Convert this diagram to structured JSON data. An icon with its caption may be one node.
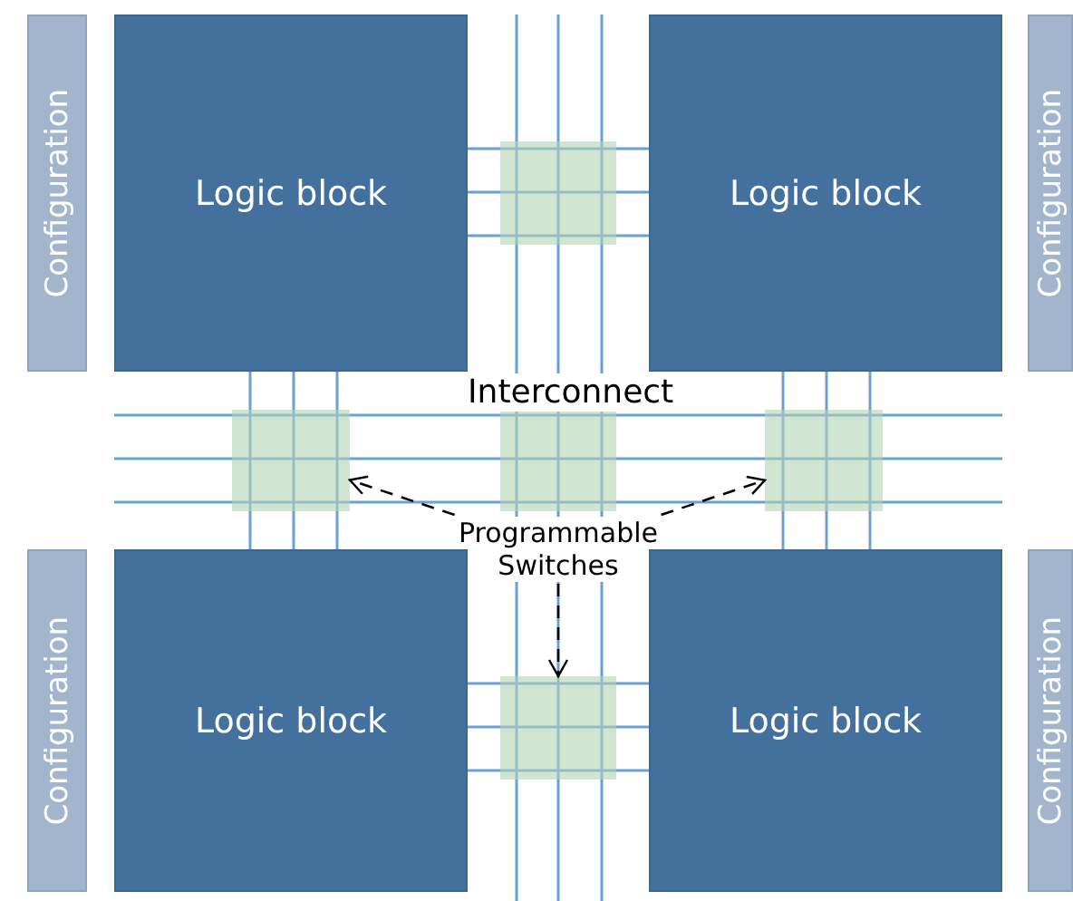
{
  "diagram": {
    "nodes": [
      {
        "text": [
          "Configuration"
        ]
      },
      {
        "text": [
          "Logic block"
        ]
      },
      {
        "text": [
          "Logic block"
        ]
      },
      {
        "text": [
          "Configuration"
        ]
      },
      {
        "text": [
          "Programmable Switches"
        ]
      },
      {
        "text": [
          "Configuration"
        ]
      },
      {
        "text": [
          "Logic block"
        ]
      },
      {
        "text": [
          "Logic block"
        ]
      },
      {
        "text": [
          "Configuration"
        ]
      },
      {
        "text": [],
        "shape": "box"
      },
      {
        "text": [],
        "shape": "box"
      },
      {
        "text": [],
        "shape": "box"
      },
      {
        "text": [],
        "shape": "box"
      },
      {
        "text": [],
        "shape": "box"
      }
    ],
    "edges": [
      {
        "from": 4,
        "to": 10,
        "arrow": "to",
        "style": "dashed"
      },
      {
        "from": 4,
        "to": 12,
        "arrow": "to",
        "style": "dashed"
      },
      {
        "from": 4,
        "to": 13,
        "arrow": "to",
        "style": "dashed"
      }
    ],
    "labels": [
      "Interconnect"
    ]
  }
}
